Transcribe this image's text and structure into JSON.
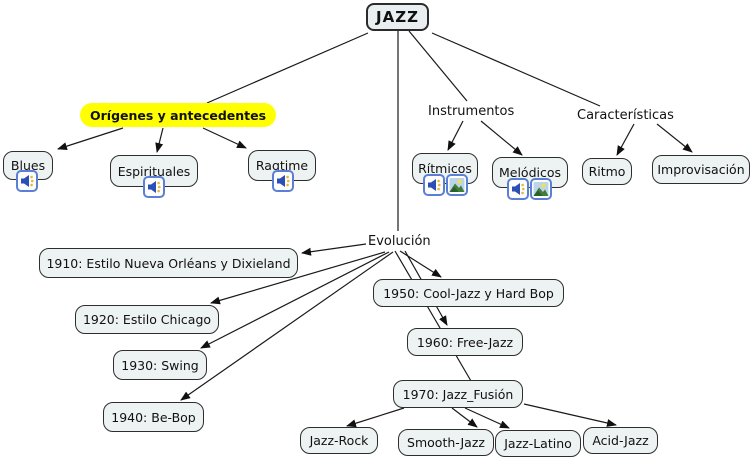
{
  "diagram": {
    "type": "concept-map",
    "topic": "JAZZ"
  },
  "colors": {
    "node_fill": "#edf2f3",
    "node_border": "#2e2e2e",
    "highlight_fill": "#ffff00",
    "line_color": "#1a1a1a",
    "icon_border": "#5b7fd4",
    "speaker_blue": "#2a4fb5",
    "landscape_green": "#3e7d3a"
  },
  "icons": {
    "speaker": "speaker-icon",
    "picture": "picture-icon"
  },
  "nodes": {
    "jazz": {
      "label": "JAZZ"
    },
    "origenes": {
      "label": "Orígenes y antecedentes"
    },
    "blues": {
      "label": "Blues",
      "icons": [
        "speaker-icon"
      ]
    },
    "espirituales": {
      "label": "Espirituales",
      "icons": [
        "speaker-icon"
      ]
    },
    "ragtime": {
      "label": "Ragtime",
      "icons": [
        "speaker-icon"
      ]
    },
    "instrumentos": {
      "label": "Instrumentos"
    },
    "ritmicos": {
      "label": "Rítmicos",
      "icons": [
        "speaker-icon",
        "picture-icon"
      ]
    },
    "melodicos": {
      "label": "Melódicos",
      "icons": [
        "speaker-icon",
        "picture-icon"
      ]
    },
    "caracteristicas": {
      "label": "Características"
    },
    "ritmo": {
      "label": "Ritmo"
    },
    "improvisacion": {
      "label": "Improvisación"
    },
    "evolucion": {
      "label": "Evolución"
    },
    "y1910": {
      "label": "1910: Estilo Nueva Orléans y Dixieland"
    },
    "y1920": {
      "label": "1920: Estilo Chicago"
    },
    "y1930": {
      "label": "1930: Swing"
    },
    "y1940": {
      "label": "1940: Be-Bop"
    },
    "y1950": {
      "label": "1950: Cool-Jazz y Hard Bop"
    },
    "y1960": {
      "label": "1960: Free-Jazz"
    },
    "y1970": {
      "label": "1970: Jazz_Fusión"
    },
    "jazzrock": {
      "label": "Jazz-Rock"
    },
    "smoothjazz": {
      "label": "Smooth-Jazz"
    },
    "jazzlatino": {
      "label": "Jazz-Latino"
    },
    "acidjazz": {
      "label": "Acid-Jazz"
    }
  },
  "edges": [
    {
      "from": "jazz",
      "to": "origenes",
      "arrow": false
    },
    {
      "from": "jazz",
      "to": "evolucion",
      "arrow": false
    },
    {
      "from": "jazz",
      "to": "instrumentos",
      "arrow": false
    },
    {
      "from": "jazz",
      "to": "caracteristicas",
      "arrow": false
    },
    {
      "from": "origenes",
      "to": "blues",
      "arrow": true
    },
    {
      "from": "origenes",
      "to": "espirituales",
      "arrow": true
    },
    {
      "from": "origenes",
      "to": "ragtime",
      "arrow": true
    },
    {
      "from": "instrumentos",
      "to": "ritmicos",
      "arrow": true
    },
    {
      "from": "instrumentos",
      "to": "melodicos",
      "arrow": true
    },
    {
      "from": "caracteristicas",
      "to": "ritmo",
      "arrow": true
    },
    {
      "from": "caracteristicas",
      "to": "improvisacion",
      "arrow": true
    },
    {
      "from": "evolucion",
      "to": "y1910",
      "arrow": true
    },
    {
      "from": "evolucion",
      "to": "y1920",
      "arrow": true
    },
    {
      "from": "evolucion",
      "to": "y1930",
      "arrow": true
    },
    {
      "from": "evolucion",
      "to": "y1940",
      "arrow": true
    },
    {
      "from": "evolucion",
      "to": "y1950",
      "arrow": true
    },
    {
      "from": "evolucion",
      "to": "y1960",
      "arrow": true
    },
    {
      "from": "evolucion",
      "to": "y1970",
      "arrow": false
    },
    {
      "from": "y1970",
      "to": "jazzrock",
      "arrow": true
    },
    {
      "from": "y1970",
      "to": "smoothjazz",
      "arrow": true
    },
    {
      "from": "y1970",
      "to": "jazzlatino",
      "arrow": true
    },
    {
      "from": "y1970",
      "to": "acidjazz",
      "arrow": true
    }
  ]
}
